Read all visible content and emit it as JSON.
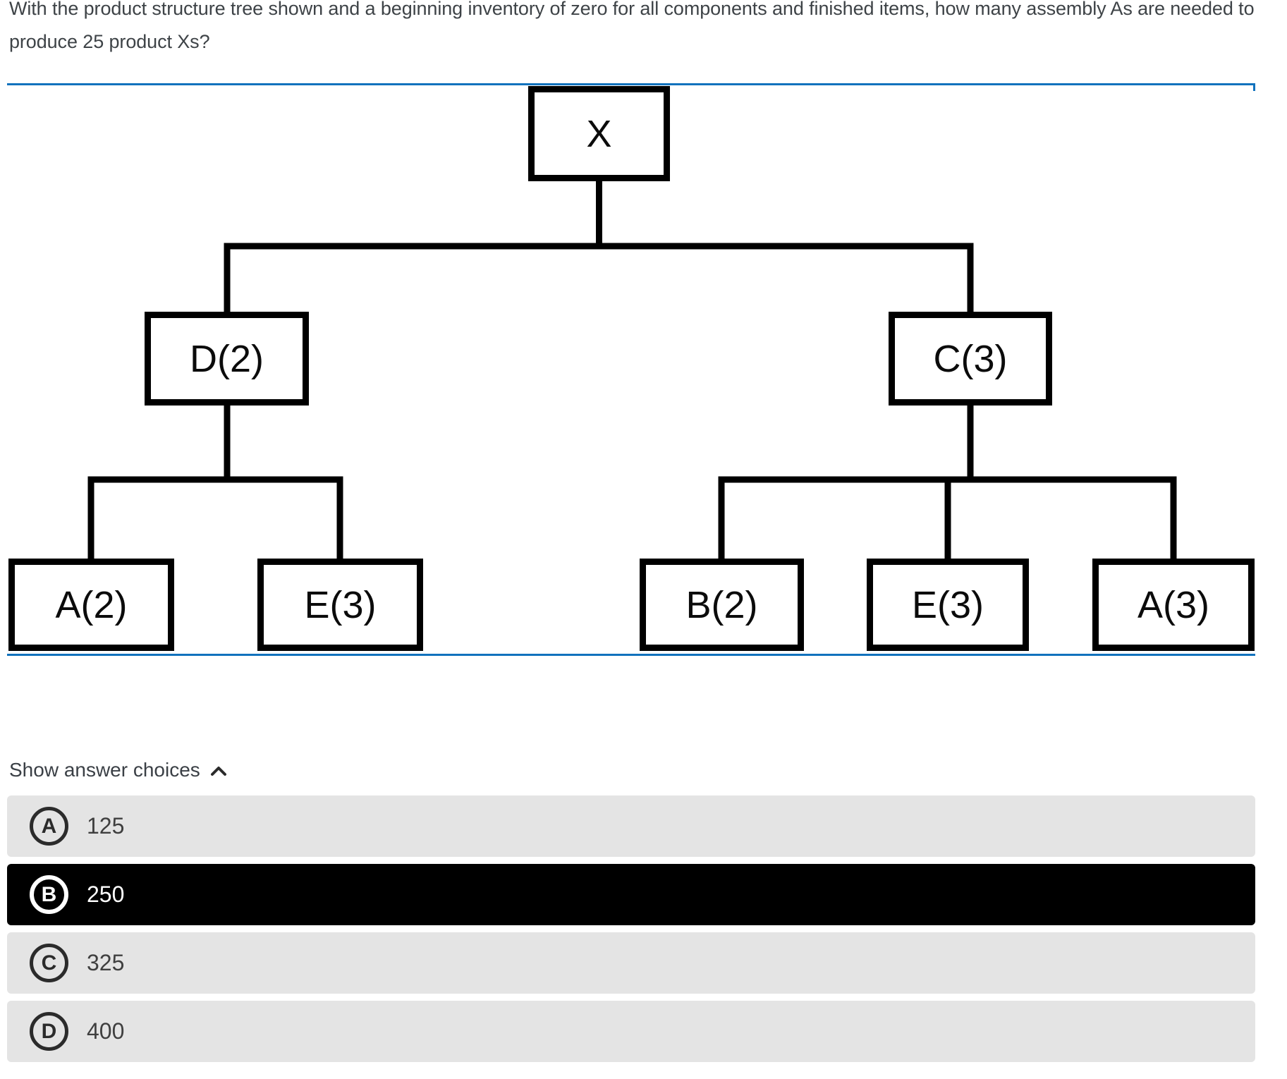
{
  "question": {
    "text": "With the product structure tree shown and a beginning inventory of zero for all components and finished items, how many assembly As are needed to produce 25 product Xs?"
  },
  "diagram": {
    "nodes": [
      {
        "id": "X",
        "label": "X"
      },
      {
        "id": "D",
        "label": "D(2)"
      },
      {
        "id": "C",
        "label": "C(3)"
      },
      {
        "id": "A2",
        "label": "A(2)"
      },
      {
        "id": "E3L",
        "label": "E(3)"
      },
      {
        "id": "B2",
        "label": "B(2)"
      },
      {
        "id": "E3R",
        "label": "E(3)"
      },
      {
        "id": "A3",
        "label": "A(3)"
      }
    ],
    "edges": [
      [
        "X",
        "D"
      ],
      [
        "X",
        "C"
      ],
      [
        "D",
        "A2"
      ],
      [
        "D",
        "E3L"
      ],
      [
        "C",
        "B2"
      ],
      [
        "C",
        "E3R"
      ],
      [
        "C",
        "A3"
      ]
    ]
  },
  "answers": {
    "toggle_label": "Show answer choices",
    "chevron_icon": "chevron-up",
    "choices": [
      {
        "letter": "A",
        "value": "125",
        "selected": false
      },
      {
        "letter": "B",
        "value": "250",
        "selected": true
      },
      {
        "letter": "C",
        "value": "325",
        "selected": false
      },
      {
        "letter": "D",
        "value": "400",
        "selected": false
      }
    ]
  },
  "colors": {
    "rule_blue": "#1172bd",
    "choice_bg": "#e4e4e4",
    "selected_bg": "#000000",
    "diagram_stroke": "#000000",
    "text": "#3e4347"
  }
}
